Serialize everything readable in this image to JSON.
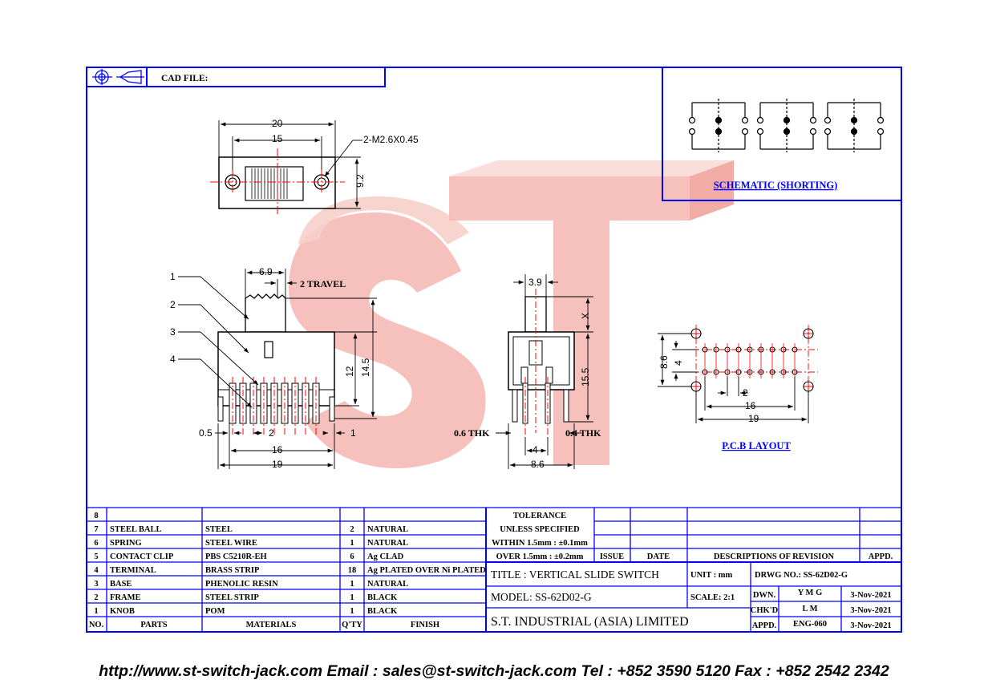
{
  "header": {
    "cad_file_label": "CAD FILE:"
  },
  "watermark": {
    "text": "ST",
    "color": "#f4b6b0"
  },
  "colors": {
    "line": "#0000ff",
    "center": "#ff0000",
    "text": "#000000"
  },
  "top_view": {
    "dim_20": "20",
    "dim_15": "15",
    "dim_9_2": "9.2",
    "hole_label": "2-M2.6X0.45"
  },
  "side_view": {
    "dim_6_9": "6.9",
    "travel": "2 TRAVEL",
    "dim_12": "12",
    "dim_14_5": "14.5",
    "dim_0_5": "0.5",
    "dim_2": "2",
    "dim_1": "1",
    "dim_16": "16",
    "dim_19": "19",
    "callouts": [
      "1",
      "2",
      "3",
      "4"
    ]
  },
  "end_view": {
    "dim_3_9": "3.9",
    "dim_x": "X",
    "dim_15_5": "15.5",
    "thk_left": "0.6 THK",
    "thk_right": "0.4 THK",
    "dim_4": "4",
    "dim_8_6": "8.6"
  },
  "schematic": {
    "label": "SCHEMATIC (SHORTING)"
  },
  "pcb": {
    "dim_8_6": "8.6",
    "dim_4": "4",
    "dim_2": "2",
    "dim_16": "16",
    "dim_19": "19",
    "label": "P.C.B LAYOUT"
  },
  "bom": {
    "headers": [
      "NO.",
      "PARTS",
      "MATERIALS",
      "Q'TY",
      "FINISH"
    ],
    "rows": [
      [
        "8",
        "",
        "",
        "",
        ""
      ],
      [
        "7",
        "STEEL BALL",
        "STEEL",
        "2",
        "NATURAL"
      ],
      [
        "6",
        "SPRING",
        "STEEL WIRE",
        "1",
        "NATURAL"
      ],
      [
        "5",
        "CONTACT CLIP",
        "PBS C5210R-EH",
        "6",
        "Ag CLAD"
      ],
      [
        "4",
        "TERMINAL",
        "BRASS STRIP",
        "18",
        "Ag PLATED OVER Ni PLATED"
      ],
      [
        "3",
        "BASE",
        "PHENOLIC RESIN",
        "1",
        "NATURAL"
      ],
      [
        "2",
        "FRAME",
        "STEEL STRIP",
        "1",
        "BLACK"
      ],
      [
        "1",
        "KNOB",
        "POM",
        "1",
        "BLACK"
      ]
    ]
  },
  "title_block": {
    "tolerance_1": "TOLERANCE",
    "tolerance_2": "UNLESS SPECIFIED",
    "tolerance_3": "WITHIN 1.5mm : ±0.1mm",
    "tolerance_4": "OVER 1.5mm : ±0.2mm",
    "issue": "ISSUE",
    "date": "DATE",
    "descriptions": "DESCRIPTIONS OF REVISION",
    "appd": "APPD.",
    "title": "TITLE :  VERTICAL SLIDE SWITCH",
    "unit": "UNIT :  mm",
    "drwg": "DRWG NO.: SS-62D02-G",
    "model": "MODEL:  SS-62D02-G",
    "scale": "SCALE:  2:1",
    "company": "S.T.  INDUSTRIAL  (ASIA)  LIMITED",
    "dwn": "DWN.",
    "dwn_name": "Y M G",
    "dwn_date": "3-Nov-2021",
    "chkd": "CHK'D",
    "chkd_name": "L M",
    "chkd_date": "3-Nov-2021",
    "appd2": "APPD.",
    "appd_name": "ENG-060",
    "appd_date": "3-Nov-2021"
  },
  "footer": {
    "text": "http://www.st-switch-jack.com  Email : sales@st-switch-jack.com  Tel : +852 3590 5120  Fax : +852 2542 2342"
  }
}
